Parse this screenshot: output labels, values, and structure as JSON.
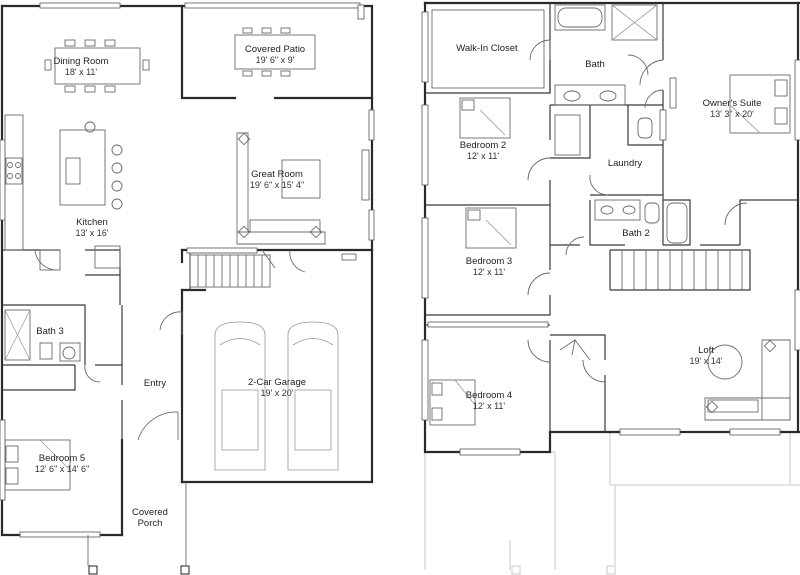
{
  "rooms": {
    "dining": {
      "name": "Dining Room",
      "size": "18' x 11'"
    },
    "patio": {
      "name": "Covered Patio",
      "size": "19' 6\" x 9'"
    },
    "great": {
      "name": "Great Room",
      "size": "19' 6\" x 15' 4\""
    },
    "kitchen": {
      "name": "Kitchen",
      "size": "13' x 16'"
    },
    "bath3": {
      "name": "Bath 3"
    },
    "entry": {
      "name": "Entry"
    },
    "garage": {
      "name": "2-Car Garage",
      "size": "19' x 20'"
    },
    "bedroom5": {
      "name": "Bedroom 5",
      "size": "12' 6\" x 14' 6\""
    },
    "porch": {
      "line1": "Covered",
      "line2": "Porch"
    },
    "closet": {
      "name": "Walk-In Closet"
    },
    "bath": {
      "name": "Bath"
    },
    "owners": {
      "name": "Owner's Suite",
      "size": "13' 3\" x 20'"
    },
    "bedroom2": {
      "name": "Bedroom 2",
      "size": "12' x 11'"
    },
    "laundry": {
      "name": "Laundry"
    },
    "bath2": {
      "name": "Bath 2"
    },
    "bedroom3": {
      "name": "Bedroom 3",
      "size": "12' x 11'"
    },
    "loft": {
      "name": "Loft",
      "size": "19' x 14'"
    },
    "bedroom4": {
      "name": "Bedroom 4",
      "size": "12' x 11'"
    }
  },
  "colors": {
    "wall": "#2a2a2a",
    "fixture": "#6a6a6a",
    "ghost": "#c8c8c8",
    "background": "#ffffff"
  }
}
